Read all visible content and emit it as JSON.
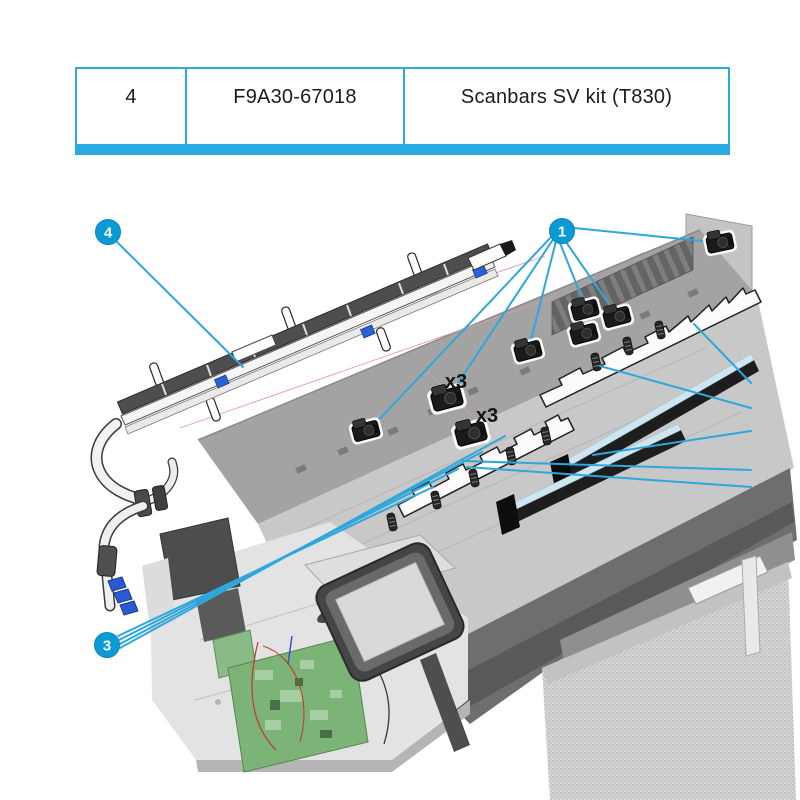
{
  "table": {
    "border_color": "#29abe2",
    "accent_bar_color": "#29abe2",
    "rows": [
      {
        "item_number": "4",
        "part_number": "F9A30-67018",
        "description": "Scanbars SV kit (T830)"
      }
    ]
  },
  "diagram": {
    "type": "exploded-parts-illustration",
    "callouts": [
      {
        "label": "1"
      },
      {
        "label": "3"
      },
      {
        "label": "4"
      }
    ],
    "quantity_labels": [
      {
        "text": "x3"
      },
      {
        "text": "x3"
      }
    ],
    "colors": {
      "callout_fill": "#0c9ad5",
      "leader_line": "#2ea7dc",
      "table_border": "#29abe2",
      "accent_bar": "#29abe2",
      "scanbar_glass": "#cfe6f0",
      "cable_connector_blue": "#2a5ad2",
      "pcb_green": "#7cb478",
      "wire_red": "#c23b3b"
    }
  }
}
